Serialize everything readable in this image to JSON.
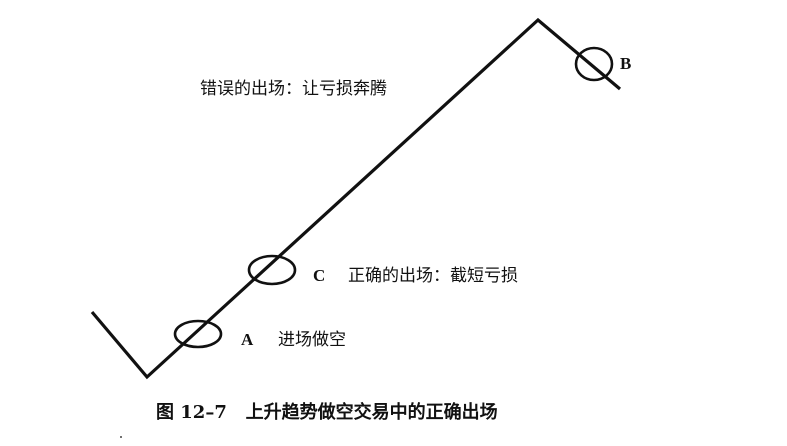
{
  "diagram": {
    "annotation_wrong_exit": "错误的出场：让亏损奔腾",
    "point_c_letter": "C",
    "point_c_text": "正确的出场：截短亏损",
    "point_a_letter": "A",
    "point_a_text": "进场做空",
    "point_b_letter": "B",
    "caption": "图 12–7   上升趋势做空交易中的正确出场",
    "colors": {
      "line": "#111111",
      "text": "#111111",
      "background": "#ffffff"
    }
  }
}
